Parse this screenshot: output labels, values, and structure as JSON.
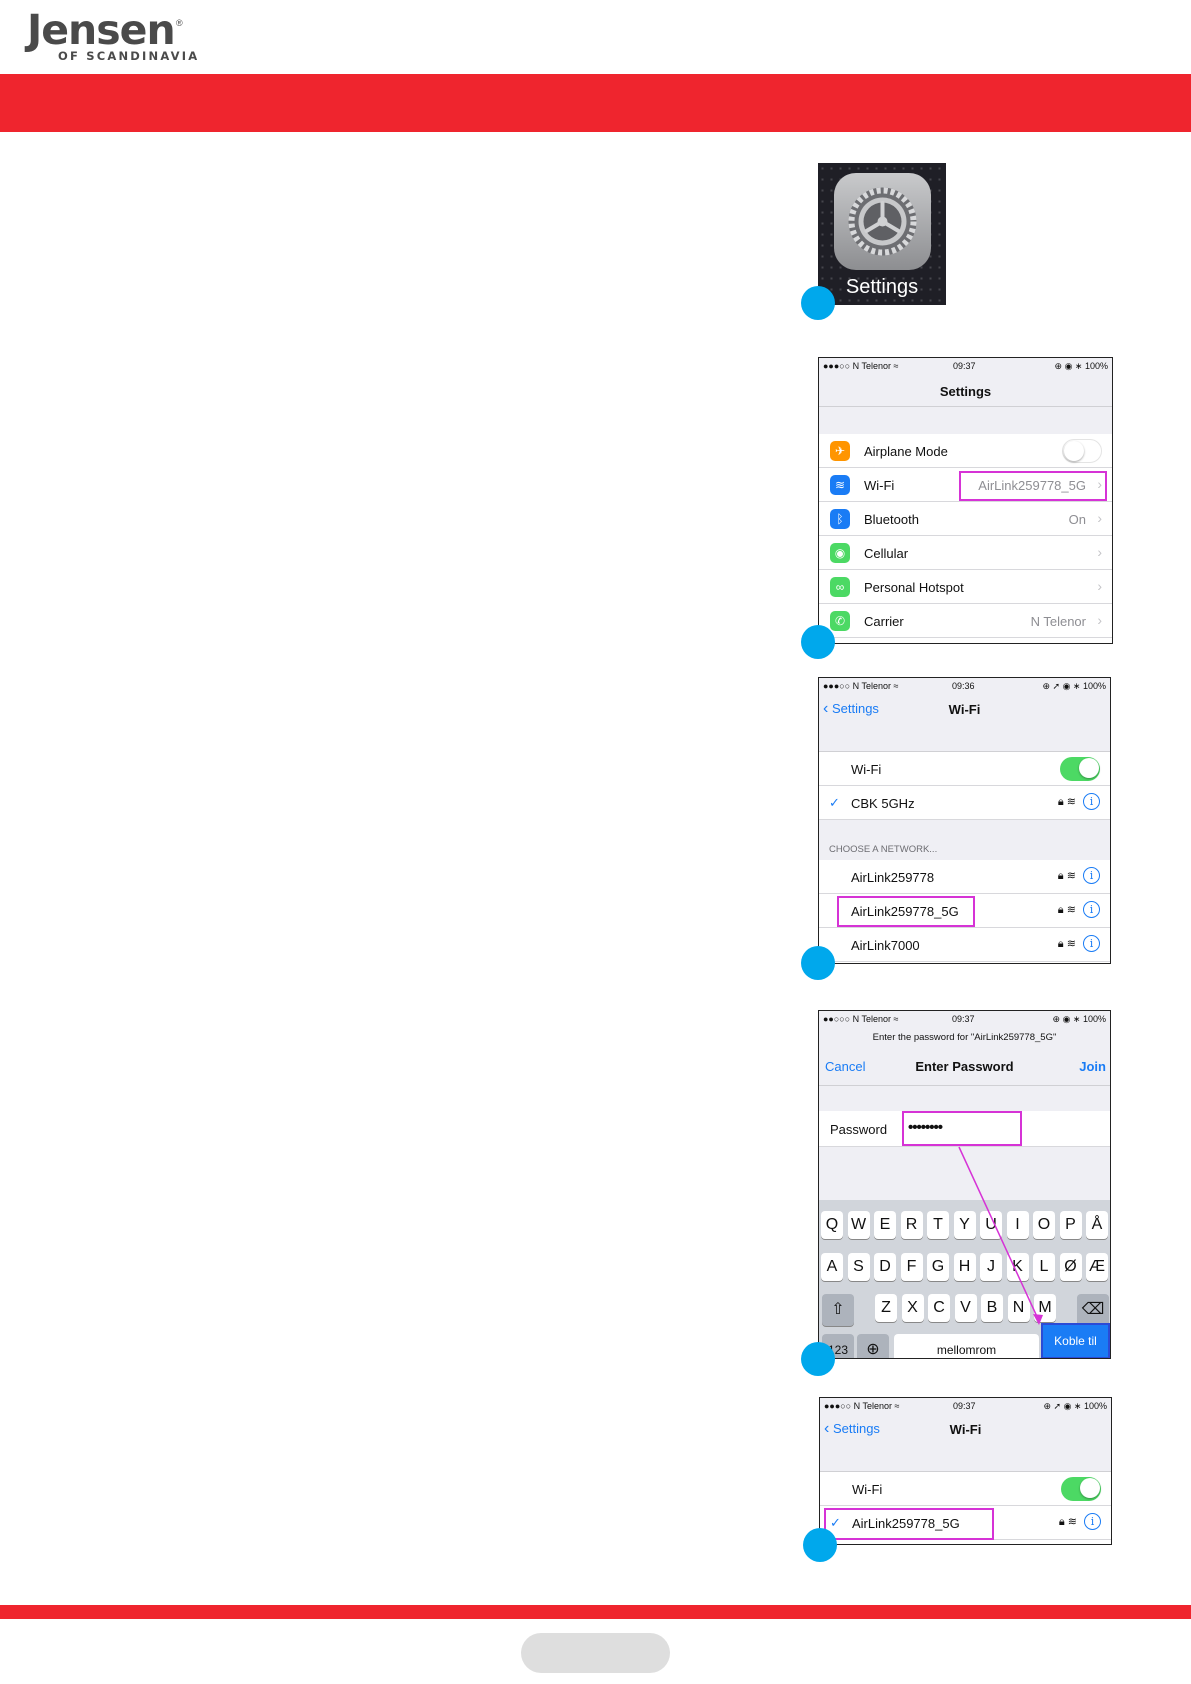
{
  "brand": {
    "name": "Jensen",
    "sub": "OF SCANDINAVIA",
    "reg": "®"
  },
  "colors": {
    "red": "#ef252e",
    "step_dot": "#00a8ec",
    "highlight": "#d633d6",
    "ios_blue": "#1a7cf5",
    "ios_green": "#4cd964"
  },
  "app_icon": {
    "label": "Settings",
    "icon": "gear-icon"
  },
  "screen1": {
    "status": {
      "carrier": "●●●○○ N Telenor ≈",
      "time": "09:37",
      "battery": "⊕ ◉ ∗ 100%"
    },
    "title": "Settings",
    "rows": [
      {
        "label": "Airplane Mode",
        "value": "",
        "icon": "airplane-icon",
        "glyph": "✈",
        "color": "#ff9500"
      },
      {
        "label": "Wi-Fi",
        "value": "AirLink259778_5G",
        "icon": "wifi-icon",
        "glyph": "≋",
        "color": "#1a7cf5"
      },
      {
        "label": "Bluetooth",
        "value": "On",
        "icon": "bluetooth-icon",
        "glyph": "ᛒ",
        "color": "#1a7cf5"
      },
      {
        "label": "Cellular",
        "value": "",
        "icon": "cellular-icon",
        "glyph": "◉",
        "color": "#4cd964"
      },
      {
        "label": "Personal Hotspot",
        "value": "",
        "icon": "hotspot-icon",
        "glyph": "∞",
        "color": "#4cd964"
      },
      {
        "label": "Carrier",
        "value": "N Telenor",
        "icon": "phone-icon",
        "glyph": "✆",
        "color": "#4cd964"
      }
    ]
  },
  "screen2": {
    "status": {
      "carrier": "●●●○○ N Telenor ≈",
      "time": "09:36",
      "battery": "⊕ ➚ ◉ ∗ 100%"
    },
    "back": "Settings",
    "title": "Wi-Fi",
    "wifi_label": "Wi-Fi",
    "connected": "CBK 5GHz",
    "section": "CHOOSE A NETWORK...",
    "networks": [
      "AirLink259778",
      "AirLink259778_5G",
      "AirLink7000"
    ]
  },
  "screen3": {
    "status": {
      "carrier": "●●○○○ N Telenor ≈",
      "time": "09:37",
      "battery": "⊕ ◉ ∗ 100%"
    },
    "prompt": "Enter the password for \"AirLink259778_5G\"",
    "cancel": "Cancel",
    "title": "Enter Password",
    "join": "Join",
    "password_label": "Password",
    "password_value": "••••••••",
    "keyboard": {
      "row1": [
        "Q",
        "W",
        "E",
        "R",
        "T",
        "Y",
        "U",
        "I",
        "O",
        "P",
        "Å"
      ],
      "row2": [
        "A",
        "S",
        "D",
        "F",
        "G",
        "H",
        "J",
        "K",
        "L",
        "Ø",
        "Æ"
      ],
      "row3": [
        "Z",
        "X",
        "C",
        "V",
        "B",
        "N",
        "M"
      ],
      "numbers": "123",
      "space": "mellomrom",
      "action": "Koble til"
    }
  },
  "screen4": {
    "status": {
      "carrier": "●●●○○ N Telenor ≈",
      "time": "09:37",
      "battery": "⊕ ➚ ◉ ∗ 100%"
    },
    "back": "Settings",
    "title": "Wi-Fi",
    "wifi_label": "Wi-Fi",
    "connected": "AirLink259778_5G"
  }
}
